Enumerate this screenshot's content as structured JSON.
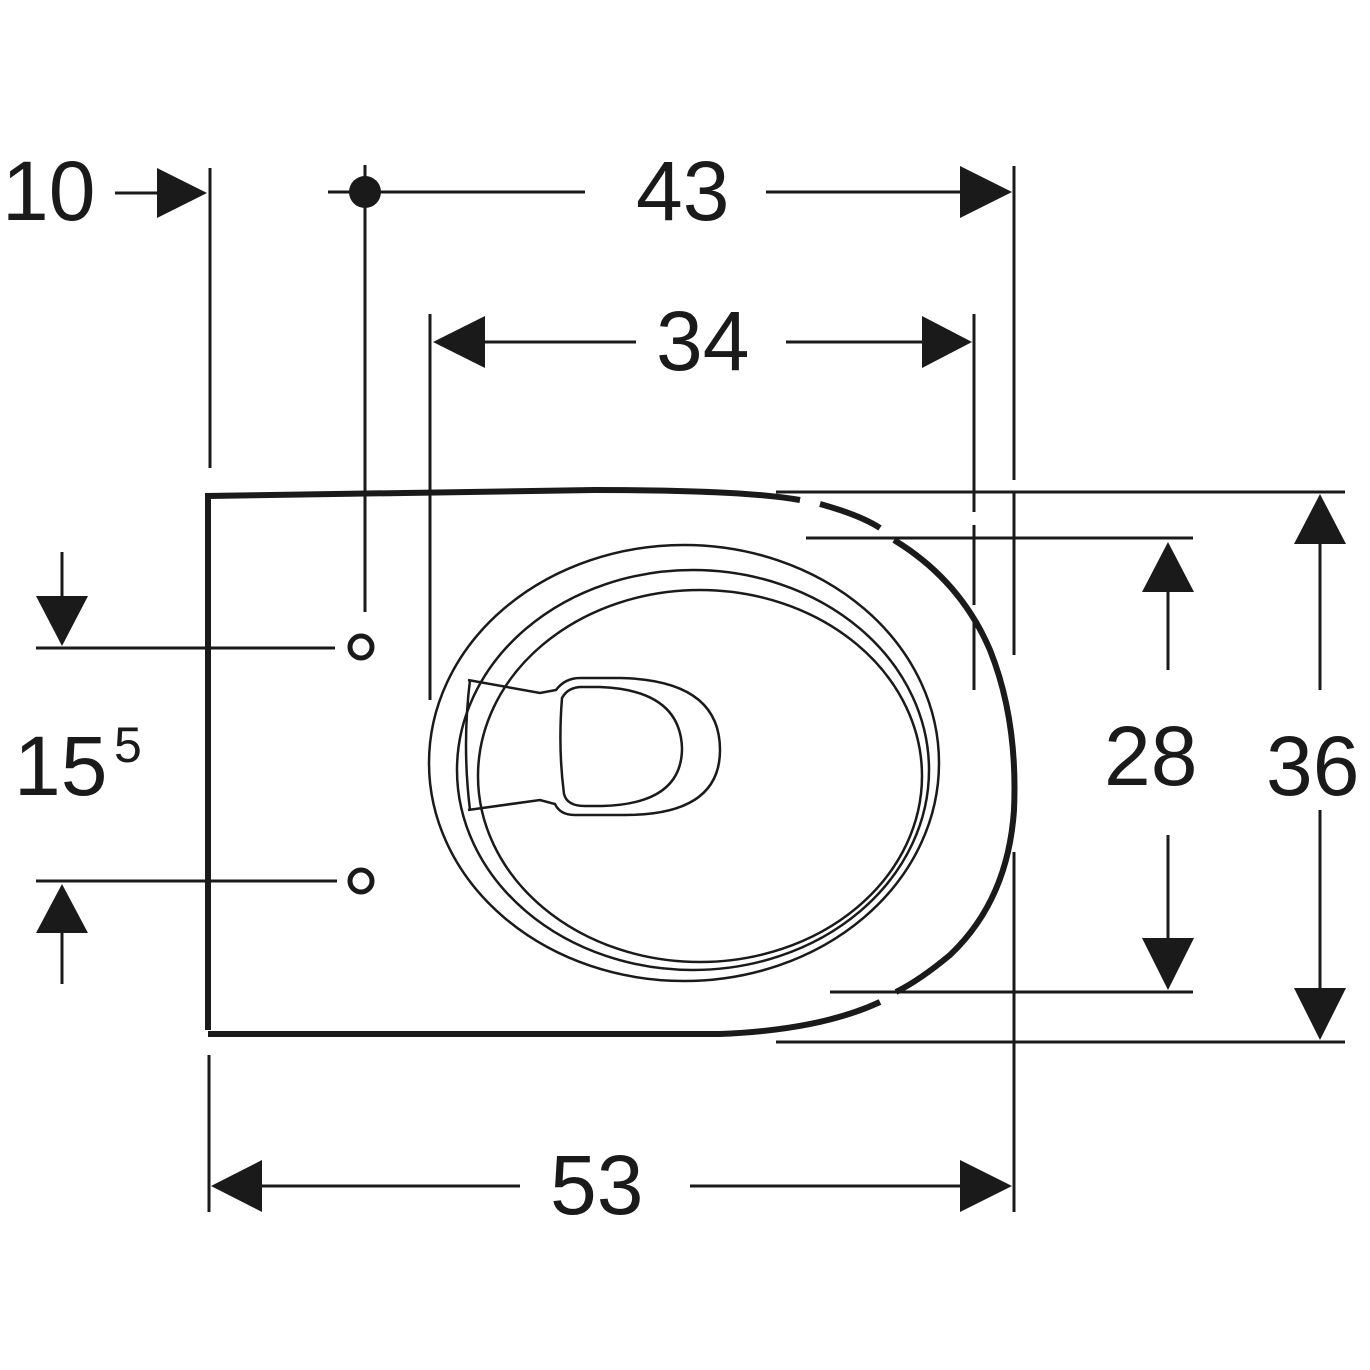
{
  "drawing": {
    "subject": "Wall-hung WC top view dimensional drawing",
    "stroke_color": "#1a1a1a",
    "background_color": "#ffffff"
  },
  "dimensions": {
    "wall_offset": {
      "value": "10"
    },
    "fixing_to_front": {
      "value": "43"
    },
    "bowl_opening_length": {
      "value": "34"
    },
    "fixing_hole_spacing": {
      "value": "15",
      "superscript": "5"
    },
    "bowl_opening_width": {
      "value": "28"
    },
    "overall_width": {
      "value": "36"
    },
    "overall_length": {
      "value": "53"
    }
  }
}
